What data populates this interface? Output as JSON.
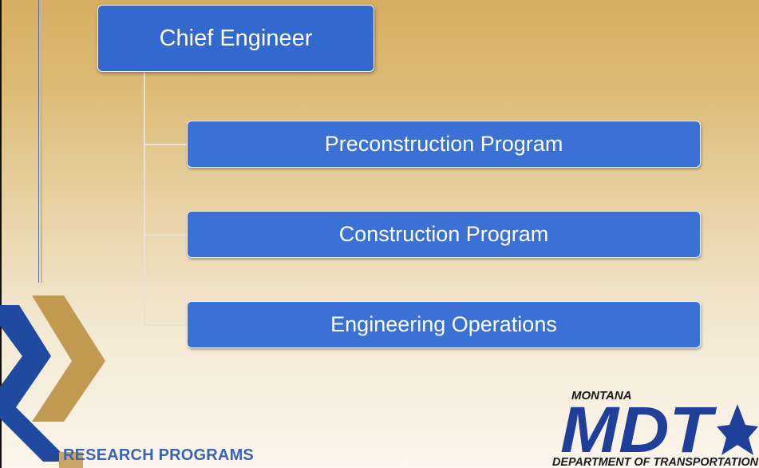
{
  "org_chart": {
    "root": "Chief Engineer",
    "children": [
      "Preconstruction Program",
      "Construction Program",
      "Engineering Operations"
    ]
  },
  "footer": {
    "program_label": "RESEARCH PROGRAMS"
  },
  "logo": {
    "state": "MONTANA",
    "wordmark": "MDT",
    "department": "DEPARTMENT OF TRANSPORTATION"
  },
  "colors": {
    "box_blue": "#3369ce",
    "gold": "#c9a568",
    "logo_blue": "#1f3f9a"
  }
}
